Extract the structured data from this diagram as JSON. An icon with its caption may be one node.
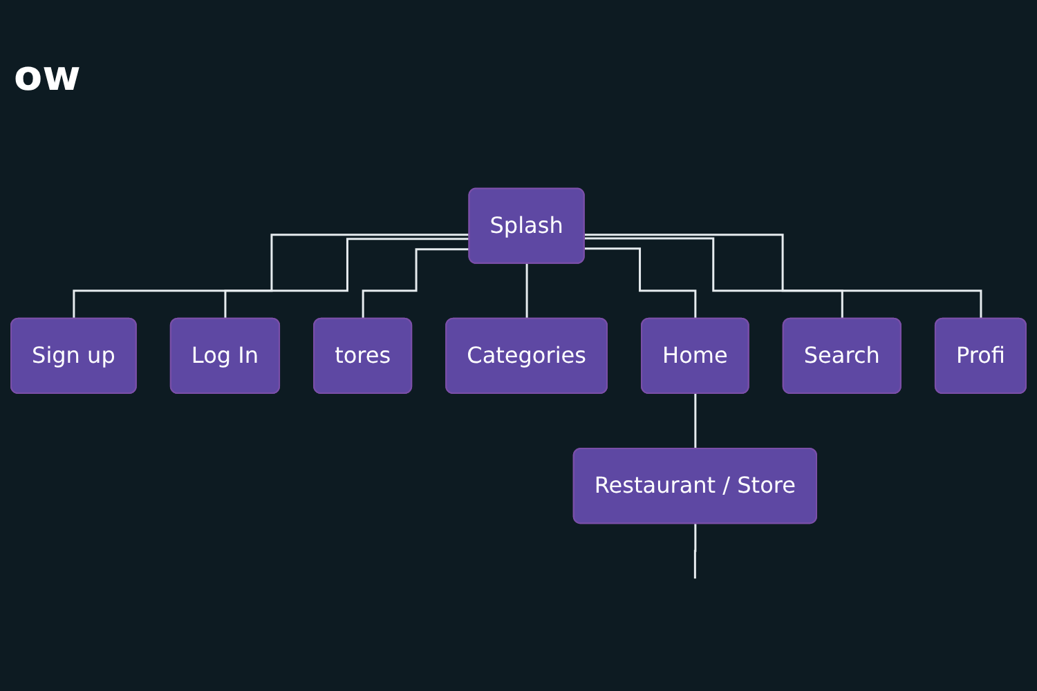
{
  "diagram": {
    "title": "ow",
    "nodes": [
      {
        "text": [
          "Splash"
        ]
      },
      {
        "text": [
          "Sign up"
        ]
      },
      {
        "text": [
          "Log In"
        ]
      },
      {
        "text": [
          "tores"
        ]
      },
      {
        "text": [
          "Categories"
        ]
      },
      {
        "text": [
          "Home"
        ]
      },
      {
        "text": [
          "Search"
        ]
      },
      {
        "text": [
          "Profi"
        ]
      },
      {
        "text": [
          "Restaurant / Store"
        ]
      }
    ],
    "edges": [
      {
        "from": 0,
        "to": 1,
        "arrow": "none"
      },
      {
        "from": 0,
        "to": 2,
        "arrow": "none"
      },
      {
        "from": 0,
        "to": 3,
        "arrow": "none"
      },
      {
        "from": 0,
        "to": 4,
        "arrow": "none"
      },
      {
        "from": 0,
        "to": 5,
        "arrow": "none"
      },
      {
        "from": 0,
        "to": 6,
        "arrow": "none"
      },
      {
        "from": 0,
        "to": 7,
        "arrow": "none"
      },
      {
        "from": 5,
        "to": 8,
        "arrow": "none"
      },
      {
        "from": 8,
        "to": null,
        "arrow": "none"
      }
    ]
  }
}
